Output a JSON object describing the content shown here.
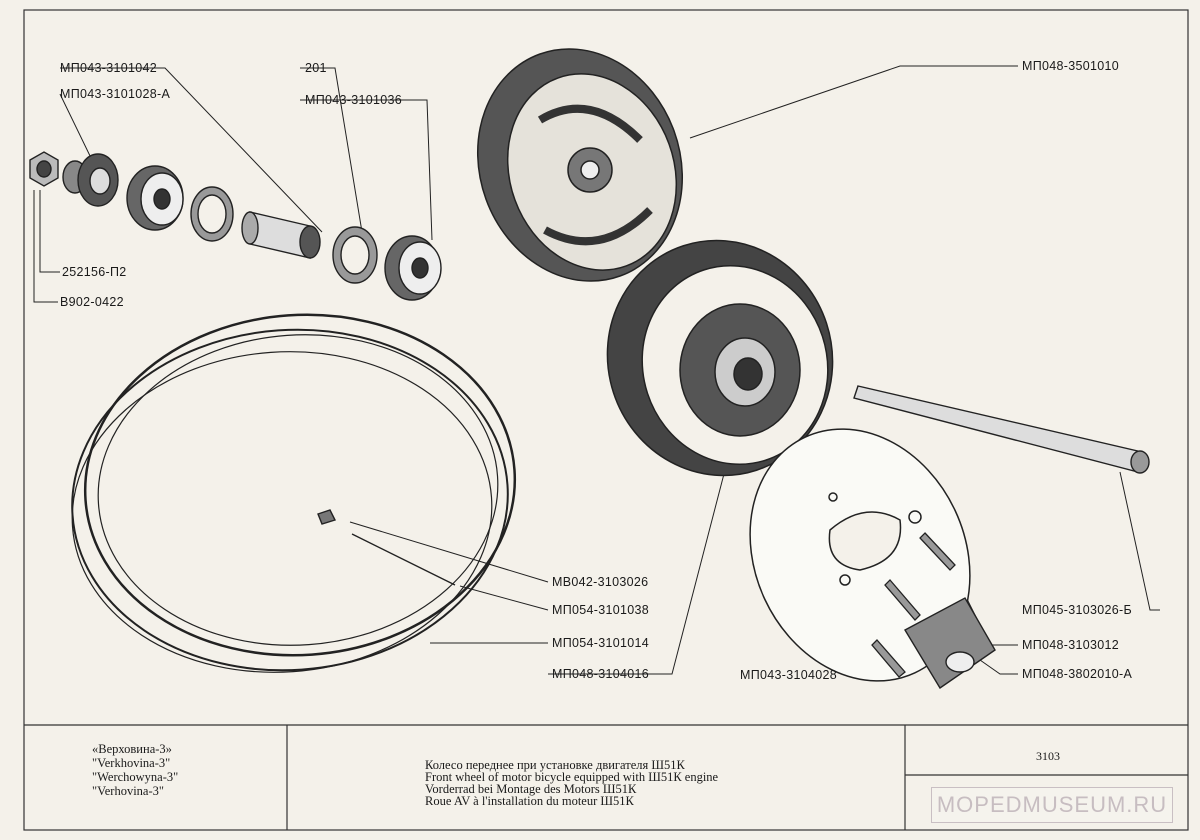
{
  "callouts": {
    "c1": "МП043-3101042",
    "c2": "МП043-3101028-А",
    "c3": "201",
    "c4": "МП043-3101036",
    "c5": "МП048-3501010",
    "c6": "252156-П2",
    "c7": "В902-0422",
    "c8": "МВ042-3103026",
    "c9": "МП054-3101038",
    "c10": "МП054-3101014",
    "c11": "МП048-3104016",
    "c12": "МП045-3103026-Б",
    "c13": "МП048-3103012",
    "c14": "МП043-3104028",
    "c15": "МП048-3802010-А"
  },
  "title_block": {
    "models": [
      "«Верховина-3»",
      "\"Verkhovina-3\"",
      "\"Werchowyna-3\"",
      "\"Verhovina-3\""
    ],
    "titles": [
      "Колесо переднее при установке двигателя Ш51К",
      "Front wheel of motor bicycle equipped with Ш51К engine",
      "Vorderrad bei Montage des Motors Ш51К",
      "Roue AV à l'installation du moteur Ш51К"
    ],
    "sheet_number": "3103"
  },
  "watermark": "MOPEDMUSEUM.RU",
  "colors": {
    "paper": "#f4f1ea",
    "ink": "#1a1a1a",
    "watermark": "#c7bdc1"
  }
}
